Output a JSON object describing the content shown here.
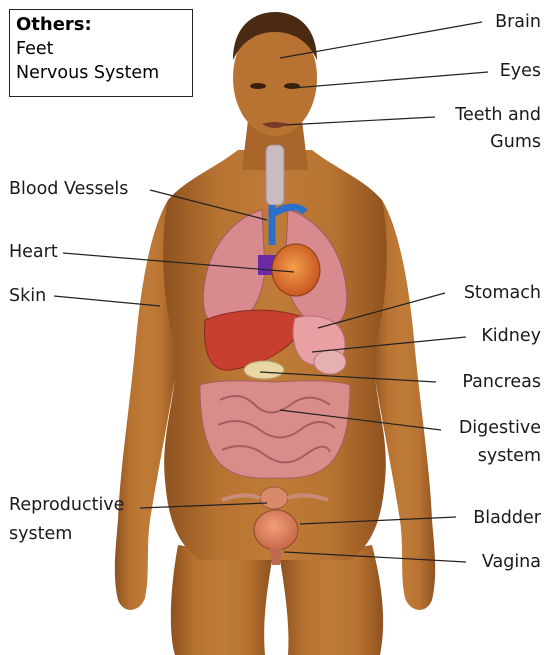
{
  "others_box": {
    "title": "Others:",
    "items": [
      "Feet",
      "Nervous System"
    ]
  },
  "labels": {
    "brain": "Brain",
    "eyes": "Eyes",
    "teeth_1": "Teeth and",
    "teeth_2": "Gums",
    "blood_vessels": "Blood Vessels",
    "heart": "Heart",
    "skin": "Skin",
    "stomach": "Stomach",
    "kidney": "Kidney",
    "pancreas": "Pancreas",
    "digestive_1": "Digestive",
    "digestive_2": "system",
    "reproductive_1": "Reproductive",
    "reproductive_2": "system",
    "bladder": "Bladder",
    "vagina": "Vagina"
  },
  "colors": {
    "skin": "#b06a2f",
    "skin_shade": "#8a4f20",
    "hair": "#4a2a12",
    "lung": "#d98a8f",
    "heart": "#d86b2a",
    "liver": "#c7402f",
    "stomach": "#e8a0a3",
    "intestine": "#d98c8a",
    "leader_line": "#222222"
  }
}
